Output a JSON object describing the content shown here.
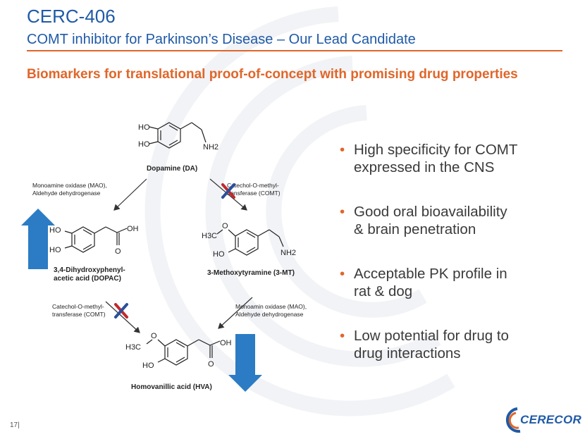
{
  "slide": {
    "title": "CERC-406",
    "subtitle": "COMT inhibitor for Parkinson’s Disease – Our Lead Candidate",
    "heading": "Biomarkers for translational proof-of-concept with promising drug properties",
    "page_number": "17|"
  },
  "diagram": {
    "dopamine": {
      "name": "Dopamine (DA)",
      "group_ho1": "HO",
      "group_ho2": "HO",
      "group_nh2": "NH2"
    },
    "dopac": {
      "name_line1": "3,4-Dihydroxyphenyl-",
      "name_line2": "acetic acid (DOPAC)",
      "group_ho1": "HO",
      "group_ho2": "HO",
      "group_oh": "OH",
      "group_o": "O"
    },
    "mt": {
      "name": "3-Methoxytyramine (3-MT)",
      "group_h3c": "H3C",
      "group_o": "O",
      "group_ho": "HO",
      "group_nh2": "NH2"
    },
    "hva": {
      "name": "Homovanillic acid (HVA)",
      "group_h3c": "H3C",
      "group_o": "O",
      "group_ho": "HO",
      "group_oh": "OH",
      "group_o2": "O"
    },
    "enzyme_mao_left": {
      "line1": "Monoamine oxidase (MAO),",
      "line2": "Aldehyde dehydrogenase"
    },
    "enzyme_comt_right": {
      "line1": "Catechol-O-methyl-",
      "line2": "transferase (COMT)"
    },
    "enzyme_comt_left": {
      "line1": "Catechol-O-methyl-",
      "line2": "transferase (COMT)"
    },
    "enzyme_mao_right": {
      "line1": "Monoamin oxidase (MAO),",
      "line2": "Aldehyde dehydrogenase"
    }
  },
  "bullets": [
    {
      "line1": "High specificity for COMT",
      "line2": "expressed in the CNS"
    },
    {
      "line1": "Good oral bioavailability",
      "line2": "& brain penetration"
    },
    {
      "line1": "Acceptable PK profile in",
      "line2": "rat & dog"
    },
    {
      "line1": "Low potential for drug to",
      "line2": "drug interactions"
    }
  ],
  "logo": {
    "text": "CERECOR"
  },
  "colors": {
    "title_blue": "#1f5aa6",
    "accent_orange": "#e0662a",
    "arrow_blue": "#2b7cc4",
    "cross_red": "#c0292e",
    "cross_blue": "#2a4f9c"
  }
}
